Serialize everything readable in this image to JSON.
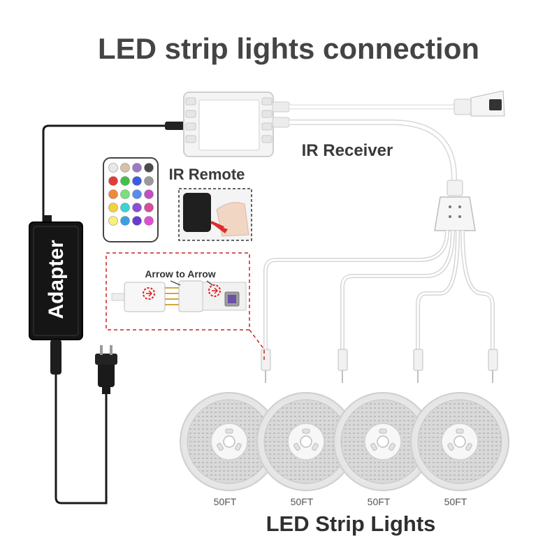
{
  "title": "LED strip lights connection",
  "labels": {
    "ir_receiver": "IR Receiver",
    "ir_remote": "IR Remote",
    "adapter": "Adapter",
    "arrow_to_arrow": "Arrow to  Arrow",
    "led_strip_lights": "LED Strip Lights"
  },
  "reels": [
    {
      "length_label": "50FT"
    },
    {
      "length_label": "50FT"
    },
    {
      "length_label": "50FT"
    },
    {
      "length_label": "50FT"
    }
  ],
  "colors": {
    "title": "#444444",
    "cable_black": "#1a1a1a",
    "cable_white": "#f2f2f2",
    "dashed_red": "#cc2222",
    "remote_buttons": [
      "#e8e8e8",
      "#d7c2a6",
      "#9b7cc4",
      "#4b4b4b",
      "#e63a3a",
      "#3fc24a",
      "#3a5be8",
      "#9a9a9a",
      "#f08a3a",
      "#7be07b",
      "#5a8cf0",
      "#c44fc4",
      "#f4d23a",
      "#3ad4d4",
      "#8a4fd4",
      "#d44f9a",
      "#f8f078",
      "#3aa0e0",
      "#6a3ad4",
      "#e04fd4"
    ]
  }
}
